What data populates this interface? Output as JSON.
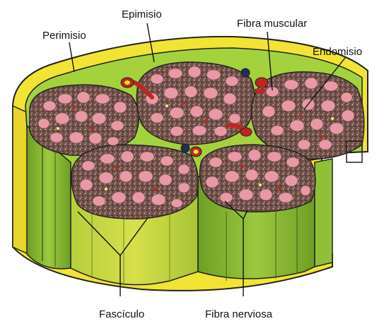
{
  "labels": {
    "perimisio": "Perimisio",
    "epimisio": "Epimisio",
    "fibra_muscular": "Fibra muscular",
    "endomisio": "Endomisio",
    "fasciculo": "Fascículo",
    "fibra_nerviosa": "Fibra nerviosa"
  },
  "colors": {
    "epimysium_yellow": "#f1e432",
    "perimysium_green": "#9ccf3a",
    "fascicle_side_green": "#84b832",
    "fascicle_dark_green": "#5f8e1f",
    "fascicle_matrix": "#6e4f46",
    "muscle_fiber_pink": "#e79aa6",
    "vessel_red": "#c0261f",
    "nerve_blue": "#1f2f5a"
  },
  "icons": [
    "blood-vessel-icon",
    "nerve-fiber-icon"
  ]
}
